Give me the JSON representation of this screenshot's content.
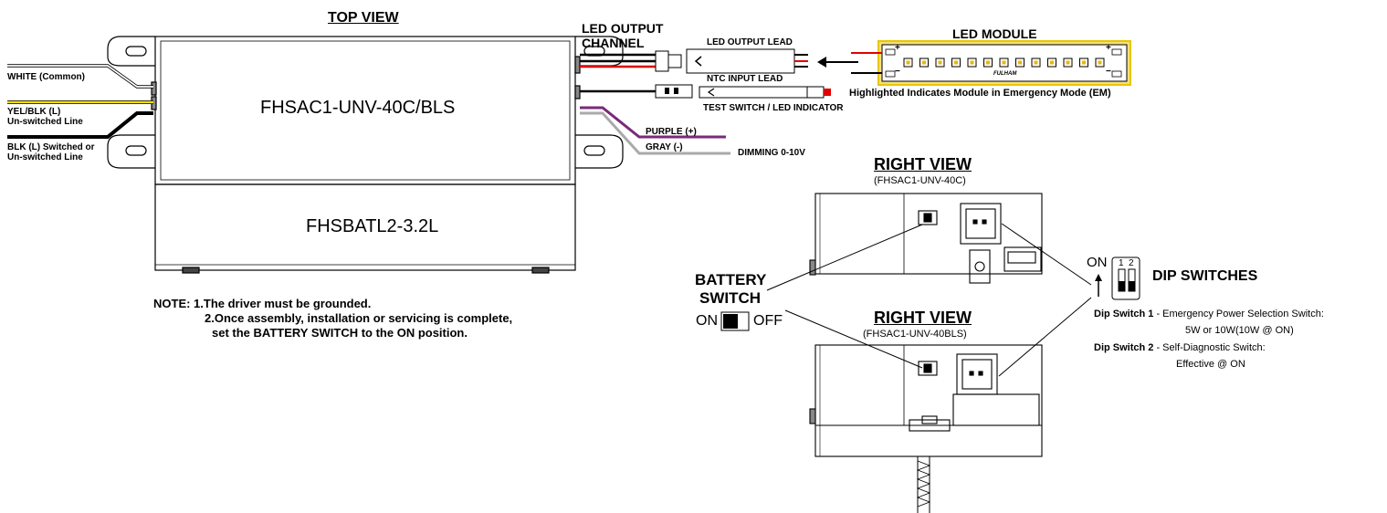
{
  "top_view": {
    "title": "TOP VIEW",
    "driver_label": "FHSAC1-UNV-40C/BLS",
    "battery_label": "FHSBATL2-3.2L"
  },
  "input_wires": {
    "white": "WHITE (Common)",
    "yel_blk_1": "YEL/BLK (L)",
    "yel_blk_2": "Un-switched Line",
    "blk_1": "BLK (L) Switched or",
    "blk_2": "Un-switched Line"
  },
  "output": {
    "channel_1": "LED OUTPUT",
    "channel_2": "CHANNEL",
    "led_output_lead": "LED OUTPUT LEAD",
    "ntc_input_lead": "NTC INPUT LEAD",
    "test_switch": "TEST SWITCH / LED INDICATOR",
    "purple": "PURPLE (+)",
    "gray": "GRAY (-)",
    "dimming": "DIMMING 0-10V"
  },
  "led_module": {
    "title": "LED MODULE",
    "note": "Highlighted Indicates Module in Emergency Mode (EM)",
    "plus": "+",
    "minus": "−",
    "brand": "FULHAM",
    "highlight_color": "#f4e07a"
  },
  "right_view_1": {
    "title": "RIGHT VIEW",
    "subtitle": "(FHSAC1-UNV-40C)"
  },
  "right_view_2": {
    "title": "RIGHT VIEW",
    "subtitle": "(FHSAC1-UNV-40BLS)"
  },
  "battery_switch": {
    "line1": "BATTERY",
    "line2": "SWITCH",
    "on": "ON",
    "off": "OFF"
  },
  "dip": {
    "on": "ON",
    "n1": "1",
    "n2": "2",
    "title": "DIP SWITCHES",
    "sw1_label": "Dip Switch 1",
    "sw1_text": " - Emergency Power Selection Switch:",
    "sw1_text2": "5W or 10W(10W @ ON)",
    "sw2_label": "Dip Switch 2",
    "sw2_text": " - Self-Diagnostic Switch:",
    "sw2_text2": "Effective @ ON"
  },
  "note": {
    "line1": "NOTE: 1.The driver must be grounded.",
    "line2": "2.Once assembly, installation or servicing is complete,",
    "line3": "set the BATTERY SWITCH to the ON position."
  }
}
